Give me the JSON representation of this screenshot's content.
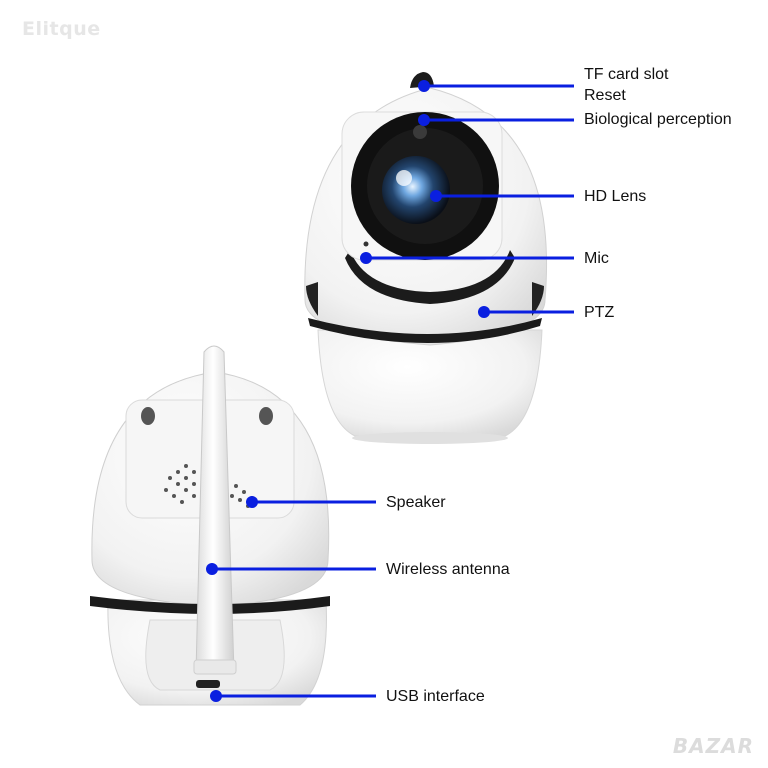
{
  "watermark": "Elitque",
  "corner_logo": "BAZAR",
  "colors": {
    "callout_line": "#0a1fe0",
    "callout_dot": "#0a1fe0",
    "camera_body": "#f4f4f4",
    "camera_dark": "#1a1a1a"
  },
  "labels": {
    "tf_card_slot": "TF card slot",
    "reset": "Reset",
    "biological_perception": "Biological perception",
    "hd_lens": "HD Lens",
    "mic": "Mic",
    "ptz": "PTZ",
    "speaker": "Speaker",
    "wireless_antenna": "Wireless antenna",
    "usb_interface": "USB interface"
  }
}
